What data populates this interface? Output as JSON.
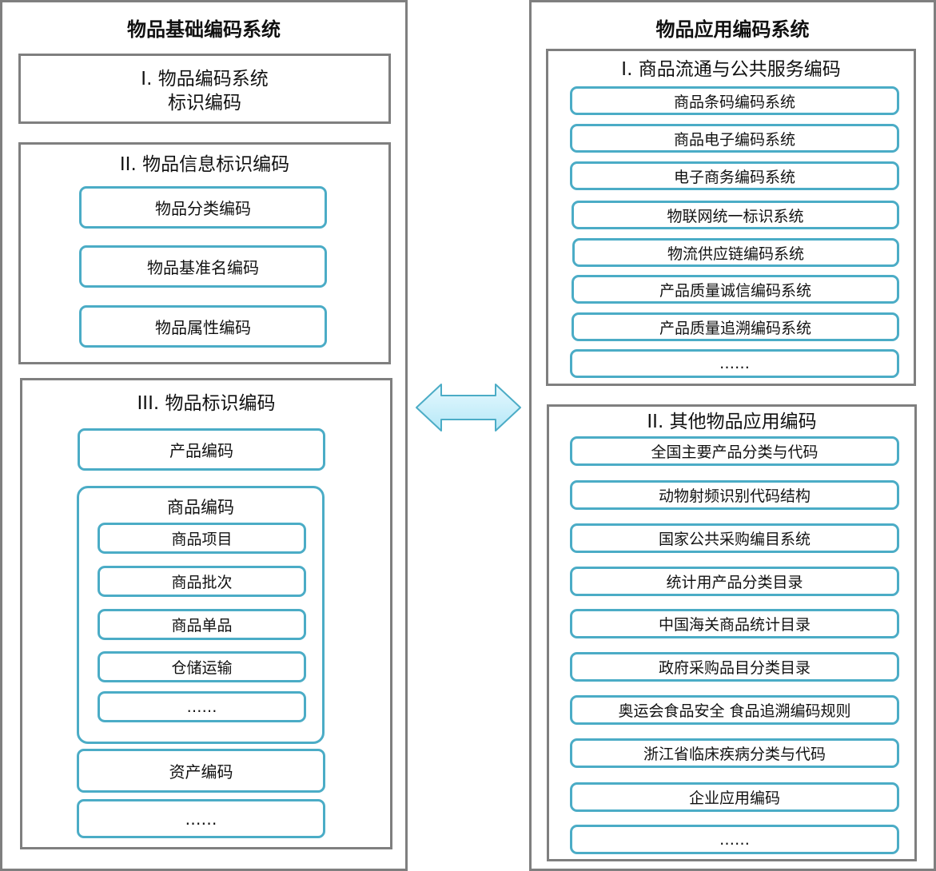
{
  "left": {
    "title": "物品基础编码系统",
    "section1": {
      "line1": "I. 物品编码系统",
      "line2": "标识编码"
    },
    "section2": {
      "title": "II. 物品信息标识编码",
      "items": [
        "物品分类编码",
        "物品基准名编码",
        "物品属性编码"
      ]
    },
    "section3": {
      "title": "III. 物品标识编码",
      "product": "产品编码",
      "commodity": {
        "title": "商品编码",
        "items": [
          "商品项目",
          "商品批次",
          "商品单品",
          "仓储运输",
          "……"
        ]
      },
      "asset": "资产编码",
      "more": "……"
    }
  },
  "connector": {
    "icon": "double-arrow-icon",
    "fill": "#c6effa",
    "stroke": "#4bacc6"
  },
  "right": {
    "title": "物品应用编码系统",
    "section1": {
      "title": "I. 商品流通与公共服务编码",
      "items": [
        "商品条码编码系统",
        "商品电子编码系统",
        "电子商务编码系统",
        "物联网统一标识系统",
        "物流供应链编码系统",
        "产品质量诚信编码系统",
        "产品质量追溯编码系统",
        "……"
      ]
    },
    "section2": {
      "title": "II. 其他物品应用编码",
      "items": [
        "全国主要产品分类与代码",
        "动物射频识别代码结构",
        "国家公共采购编目系统",
        "统计用产品分类目录",
        "中国海关商品统计目录",
        "政府采购品目分类目录",
        "奥运会食品安全 食品追溯编码规则",
        "浙江省临床疾病分类与代码",
        "企业应用编码",
        "……"
      ]
    }
  },
  "colors": {
    "border_gray": "#7f7f7f",
    "accent_teal": "#4bacc6"
  }
}
